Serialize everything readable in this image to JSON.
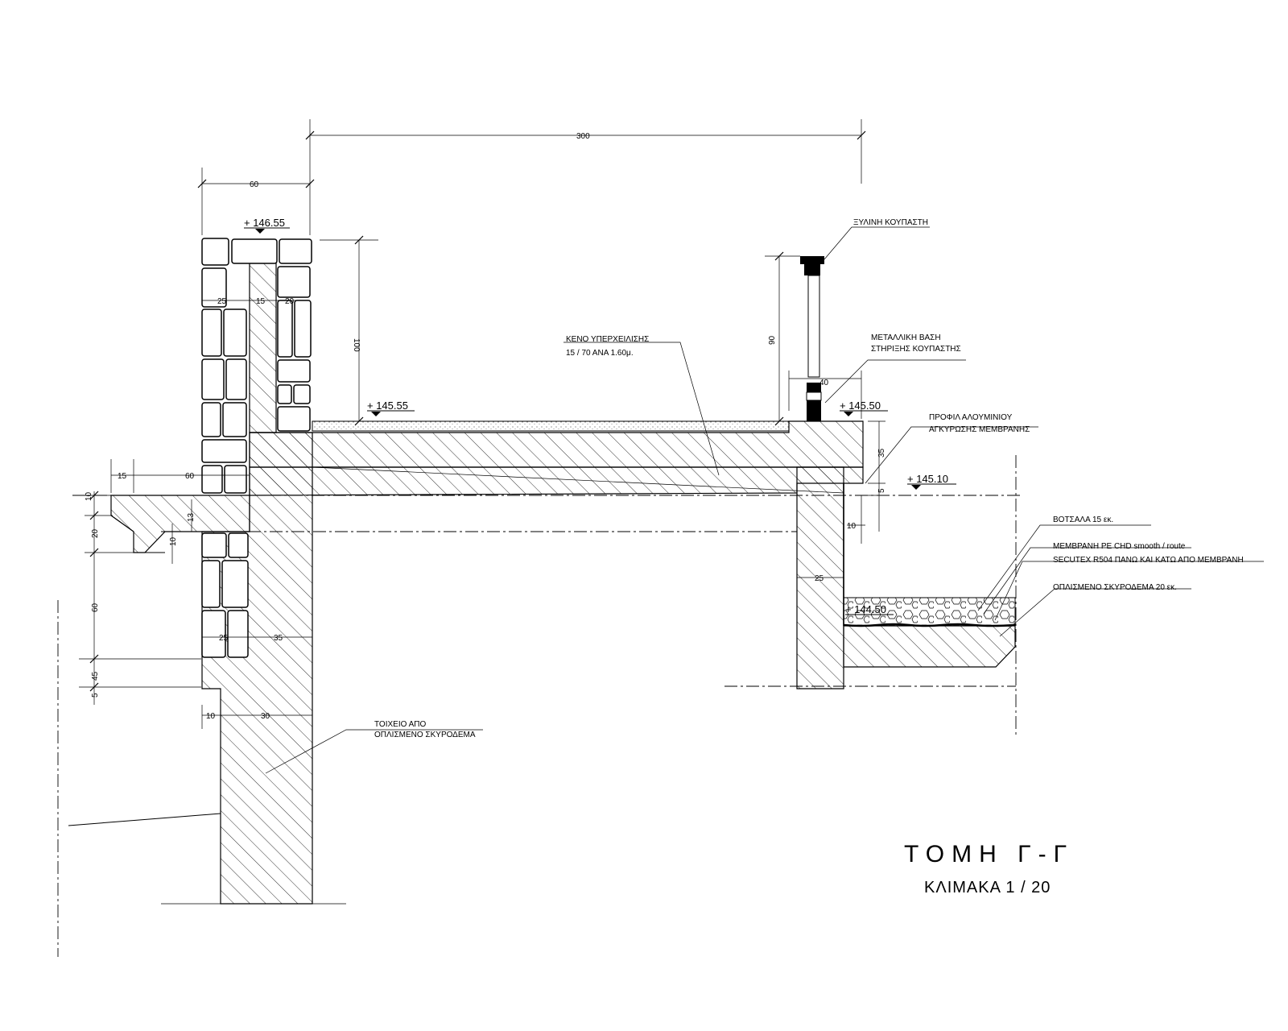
{
  "title": "ΤΟΜΗ Γ-Γ",
  "scale": "ΚΛΙΜΑΚΑ 1 / 20",
  "levels": {
    "top_wall": "+ 146.55",
    "floor": "+ 145.55",
    "slab_edge": "+ 145.50",
    "beam_bottom": "+ 145.10",
    "roof_garden": "+ 144.50"
  },
  "dimensions": {
    "d300": "300",
    "d60_top": "60",
    "d100": "100",
    "d90": "90",
    "d40": "40",
    "d25a": "25",
    "d15a": "15",
    "d20a": "20",
    "d15b": "15",
    "d60b": "60",
    "d10a": "10",
    "d20b": "20",
    "d10b": "10",
    "d13": "13",
    "d60c": "60",
    "d45": "45",
    "d5": "5",
    "d25b": "25",
    "d35a": "35",
    "d10c": "10",
    "d30": "30",
    "d35b": "35",
    "d5b": "5",
    "d10d": "10",
    "d25c": "25"
  },
  "annotations": {
    "handrail": "ΞΥΛΙΝΗ ΚΟΥΠΑΣΤΗ",
    "base_line1": "ΜΕΤΑΛΛΙΚΗ ΒΑΣΗ",
    "base_line2": "ΣΤΗΡΙΞΗΣ ΚΟΥΠΑΣΤΗΣ",
    "overflow_line1": "ΚΕΝΟ ΥΠΕΡΧΕΙΛΙΣΗΣ",
    "overflow_line2": "15 / 70 ΑΝΑ 1.60μ.",
    "profile_line1": "ΠΡΟΦΙΛ ΑΛΟΥΜΙΝΙΟΥ",
    "profile_line2": "ΑΓΚΥΡΩΣΗΣ ΜΕΜΒΡΑΝΗΣ",
    "pebbles": "ΒΟΤΣΑΛΑ 15 εκ.",
    "membrane": "ΜΕΜΒΡΑΝΗ PE CHD smooth / route",
    "secutex": "SECUTEX R504 ΠΑΝΩ ΚΑΙ ΚΑΤΩ ΑΠΟ ΜΕΜΒΡΑΝΗ",
    "concrete20": "ΟΠΛΙΣΜΕΝΟ ΣΚΥΡΟΔΕΜΑ 20 εκ.",
    "wall_line1": "ΤΟΙΧΕΙΟ ΑΠΟ",
    "wall_line2": "ΟΠΛΙΣΜΕΝΟ ΣΚΥΡΟΔΕΜΑ"
  }
}
